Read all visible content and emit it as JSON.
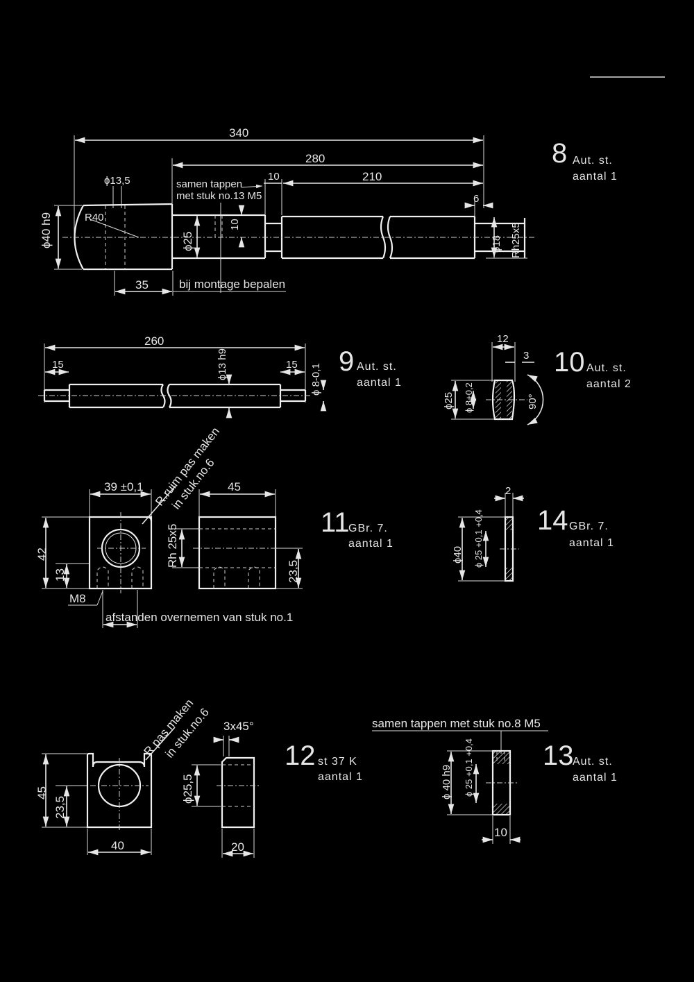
{
  "parts": {
    "p8": {
      "number": "8",
      "material": "Aut. st.",
      "quantity": "aantal 1"
    },
    "p9": {
      "number": "9",
      "material": "Aut. st.",
      "quantity": "aantal 1"
    },
    "p10": {
      "number": "10",
      "material": "Aut. st.",
      "quantity": "aantal 2"
    },
    "p11": {
      "number": "11",
      "material": "GBr. 7.",
      "quantity": "aantal 1"
    },
    "p14": {
      "number": "14",
      "material": "GBr. 7.",
      "quantity": "aantal 1"
    },
    "p12": {
      "number": "12",
      "material": "st 37 K",
      "quantity": "aantal 1"
    },
    "p13": {
      "number": "13",
      "material": "Aut. st.",
      "quantity": "aantal 1"
    }
  },
  "dims": {
    "d8": {
      "overall": "340",
      "shaft": "280",
      "d10": "10",
      "d210": "210",
      "d6": "6",
      "dia135": "ϕ13,5",
      "r40": "R40",
      "dia40h9": "ϕ40 h9",
      "dia25": "ϕ25",
      "ten": "10",
      "dia18": "ϕ18",
      "rh": "Rh25x5",
      "d35": "35",
      "note1": "samen tappen",
      "note2": "met stuk no.13 M5",
      "note3": "bij montage bepalen"
    },
    "d9": {
      "overall": "260",
      "left": "15",
      "right": "15",
      "dia13h9": "ϕ13 h9",
      "dia8": "ϕ 8-0,1"
    },
    "d10": {
      "w12": "12",
      "w3": "3",
      "dia25": "ϕ25",
      "dia8": "ϕ 8+0,2",
      "angle": "90°"
    },
    "d11": {
      "w39": "39 ±0,1",
      "w45": "45",
      "h42": "42",
      "h13": "13",
      "rh": "Rh 25x5",
      "h235": "23,5",
      "m8": "M8",
      "r_note1": "R.ruim pas maken",
      "r_note2": "in stuk.no.6",
      "note": "afstanden overnemen van stuk no.1"
    },
    "d14": {
      "w2": "2",
      "dia40": "ϕ40",
      "dia25": "ϕ 25 +0,1 +0,4"
    },
    "d12": {
      "h45": "45",
      "h235": "23,5",
      "w40": "40",
      "dia255": "ϕ25,5",
      "w20": "20",
      "chamfer": "3x45°",
      "r_note1": "R pas maken",
      "r_note2": "in stuk.no.6"
    },
    "d13": {
      "note": "samen tappen met stuk no.8  M5",
      "dia40h9": "ϕ 40 h9",
      "dia25": "ϕ 25 +0,1 +0,4",
      "w10": "10"
    }
  }
}
